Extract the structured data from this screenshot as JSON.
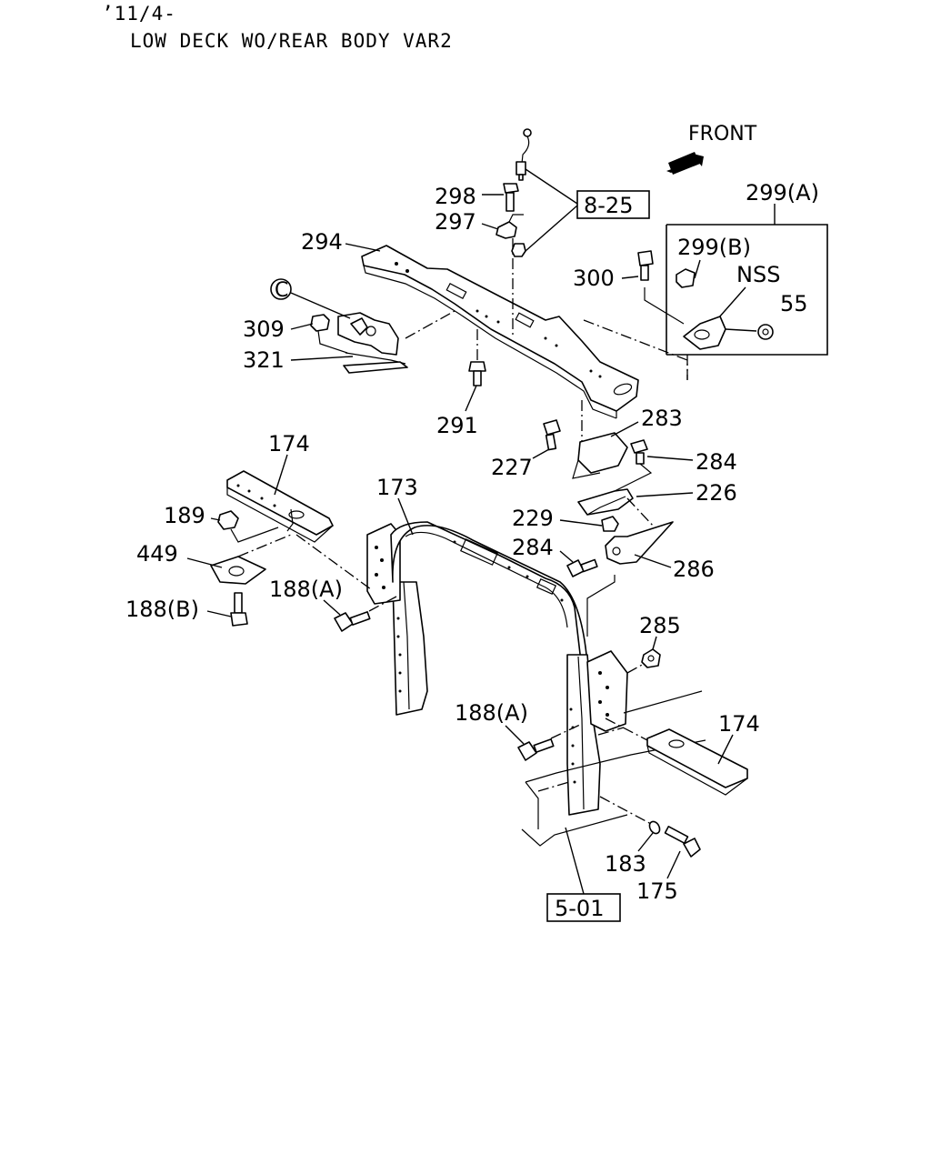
{
  "header": {
    "line1": "’11/4-",
    "line2": "LOW DECK WO/REAR BODY VAR2"
  },
  "direction": {
    "label": "FRONT",
    "icon": "front-arrow-icon"
  },
  "refs": {
    "r825": "8-25",
    "r501": "5-01",
    "circle_c": "C"
  },
  "parts": {
    "p298": "298",
    "p297": "297",
    "p294": "294",
    "p309": "309",
    "p321": "321",
    "p291": "291",
    "p299a": "299(A)",
    "p299b": "299(B)",
    "pnss": "NSS",
    "p300": "300",
    "p55": "55",
    "p283": "283",
    "p227": "227",
    "p284a": "284",
    "p226": "226",
    "p229": "229",
    "p284b": "284",
    "p286": "286",
    "p174a": "174",
    "p189": "189",
    "p449": "449",
    "p188b": "188(B)",
    "p173": "173",
    "p188a1": "188(A)",
    "p285": "285",
    "p188a2": "188(A)",
    "p174b": "174",
    "p183": "183",
    "p175": "175"
  }
}
